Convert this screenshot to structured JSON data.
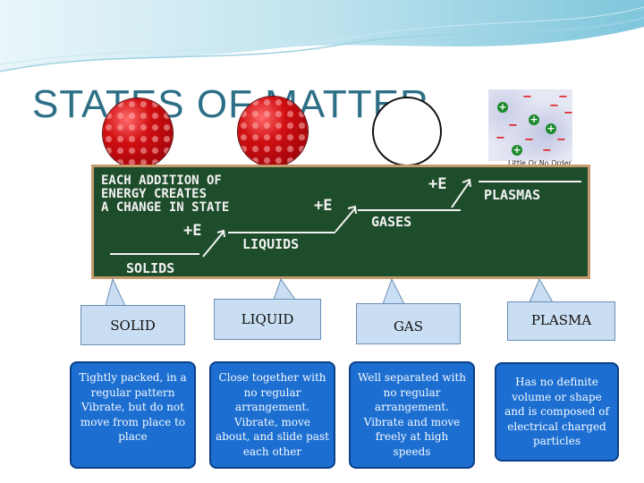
{
  "title": "STATES OF MATTER",
  "plasma_image_caption": "Little Or No Order",
  "chalkboard": {
    "intro_lines": [
      "EACH ADDITION OF",
      "ENERGY CREATES",
      "A CHANGE IN STATE"
    ],
    "levels": [
      "SOLIDS",
      "LIQUIDS",
      "GASES",
      "PLASMAS"
    ],
    "energy_label": "+E"
  },
  "states": [
    {
      "name": "SOLID",
      "description": "Tightly packed, in a regular pattern Vibrate, but do not move from place to place"
    },
    {
      "name": "LIQUID",
      "description": "Close together with no regular arrangement. Vibrate, move about, and slide past each other"
    },
    {
      "name": "GAS",
      "description": "Well separated with no regular arrangement. Vibrate and move freely at high speeds"
    },
    {
      "name": "PLASMA",
      "description": "Has no definite volume or shape and is composed of electrical charged particles"
    }
  ],
  "colors": {
    "title": "#2d6f86",
    "chalkboard": "#1e4d2b",
    "bubble": "#c9def2",
    "description_box": "#1c6fd1"
  }
}
